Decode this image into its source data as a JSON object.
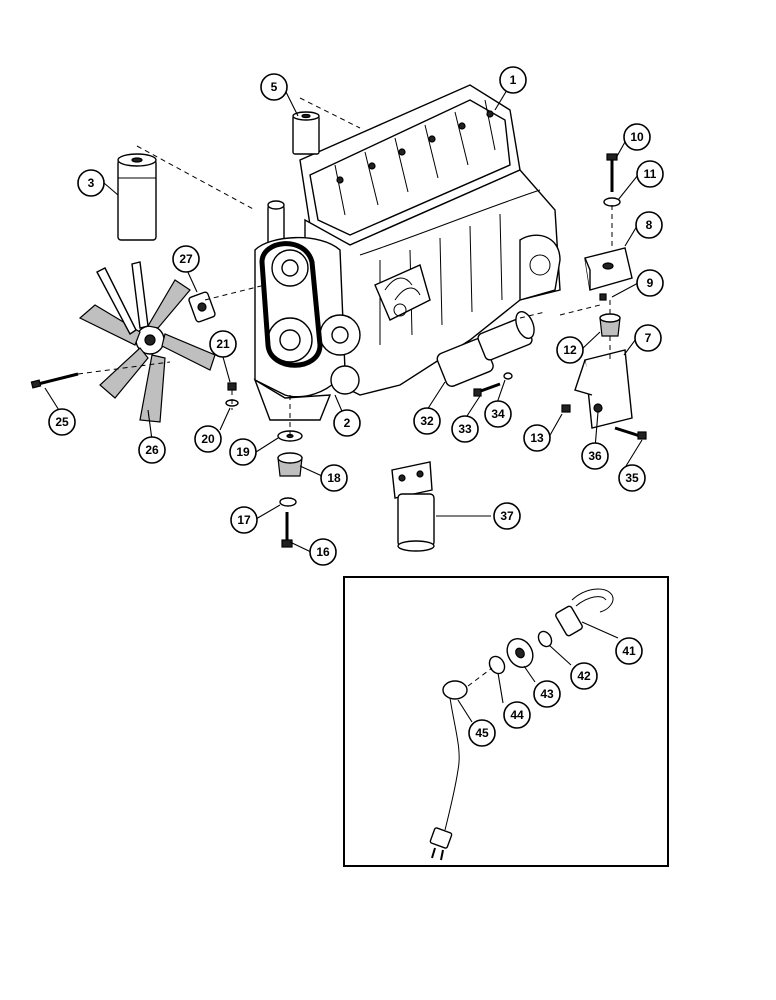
{
  "callouts": [
    {
      "id": "c1",
      "label": "1"
    },
    {
      "id": "c2",
      "label": "2"
    },
    {
      "id": "c3",
      "label": "3"
    },
    {
      "id": "c5",
      "label": "5"
    },
    {
      "id": "c7",
      "label": "7"
    },
    {
      "id": "c8",
      "label": "8"
    },
    {
      "id": "c9",
      "label": "9"
    },
    {
      "id": "c10",
      "label": "10"
    },
    {
      "id": "c11",
      "label": "11"
    },
    {
      "id": "c12",
      "label": "12"
    },
    {
      "id": "c13",
      "label": "13"
    },
    {
      "id": "c16",
      "label": "16"
    },
    {
      "id": "c17",
      "label": "17"
    },
    {
      "id": "c18",
      "label": "18"
    },
    {
      "id": "c19",
      "label": "19"
    },
    {
      "id": "c20",
      "label": "20"
    },
    {
      "id": "c21",
      "label": "21"
    },
    {
      "id": "c25",
      "label": "25"
    },
    {
      "id": "c26",
      "label": "26"
    },
    {
      "id": "c27",
      "label": "27"
    },
    {
      "id": "c32",
      "label": "32"
    },
    {
      "id": "c33",
      "label": "33"
    },
    {
      "id": "c34",
      "label": "34"
    },
    {
      "id": "c35",
      "label": "35"
    },
    {
      "id": "c36",
      "label": "36"
    },
    {
      "id": "c37",
      "label": "37"
    },
    {
      "id": "c41",
      "label": "41"
    },
    {
      "id": "c42",
      "label": "42"
    },
    {
      "id": "c43",
      "label": "43"
    },
    {
      "id": "c44",
      "label": "44"
    },
    {
      "id": "c45",
      "label": "45"
    }
  ]
}
